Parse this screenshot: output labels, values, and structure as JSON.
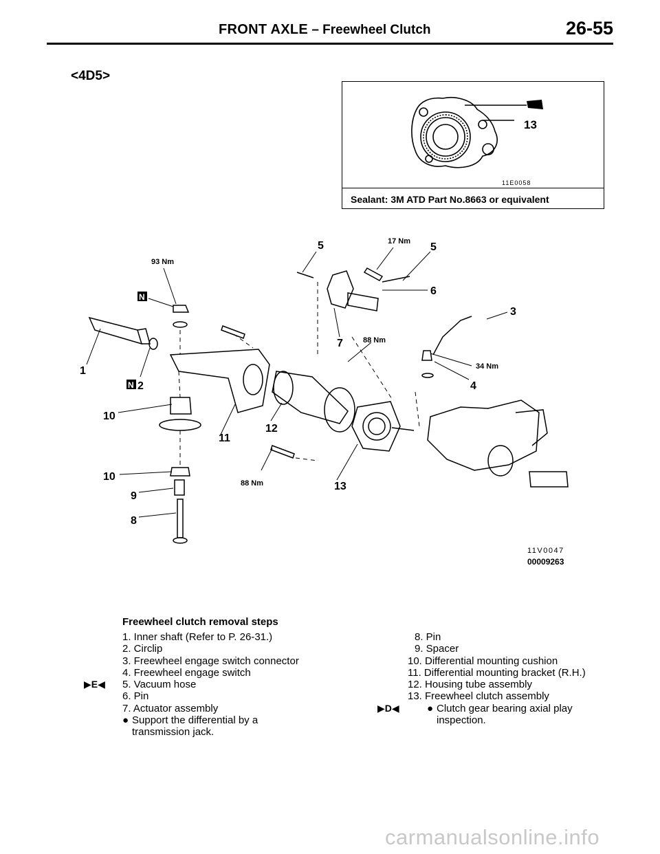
{
  "header": {
    "title_main": "FRONT AXLE",
    "title_dash": "–",
    "title_sub": "Freewheel Clutch",
    "page": "26-55"
  },
  "variant_label": "<4D5>",
  "sealant_box": {
    "callout": "13",
    "image_code": "11E0058",
    "text": "Sealant: 3M ATD Part No.8663 or equivalent"
  },
  "diagram": {
    "callouts": {
      "n1": "1",
      "n2": "2",
      "n3": "3",
      "n4": "4",
      "n5a": "5",
      "n5b": "5",
      "n6": "6",
      "n7": "7",
      "n8": "8",
      "n9": "9",
      "n10a": "10",
      "n10b": "10",
      "n11": "11",
      "n12": "12",
      "n13": "13"
    },
    "torques": {
      "t93": "93 Nm",
      "t17": "17 Nm",
      "t88a": "88 Nm",
      "t34": "34 Nm",
      "t88b": "88 Nm"
    },
    "badge": "N",
    "figure_code": "11V0047",
    "figure_number": "00009263"
  },
  "steps": {
    "title": "Freewheel clutch removal steps",
    "left": [
      "1. Inner shaft (Refer to P. 26-31.)",
      "2. Circlip",
      "3. Freewheel engage switch connector",
      "4. Freewheel engage switch",
      "5. Vacuum hose",
      "6. Pin",
      "7. Actuator assembly"
    ],
    "left_bullet": "Support the differential by a",
    "left_bullet_cont": "transmission jack.",
    "right": [
      "8. Pin",
      "9. Spacer",
      "10. Differential mounting cushion",
      "11. Differential mounting bracket (R.H.)",
      "12. Housing tube assembly",
      "13. Freewheel clutch assembly"
    ],
    "right_bullet": "Clutch gear bearing axial play",
    "right_bullet_cont": "inspection.",
    "marker_e": "E",
    "marker_d": "D",
    "bullet_symbol": "●"
  },
  "watermark": "carmanualsonline.info"
}
